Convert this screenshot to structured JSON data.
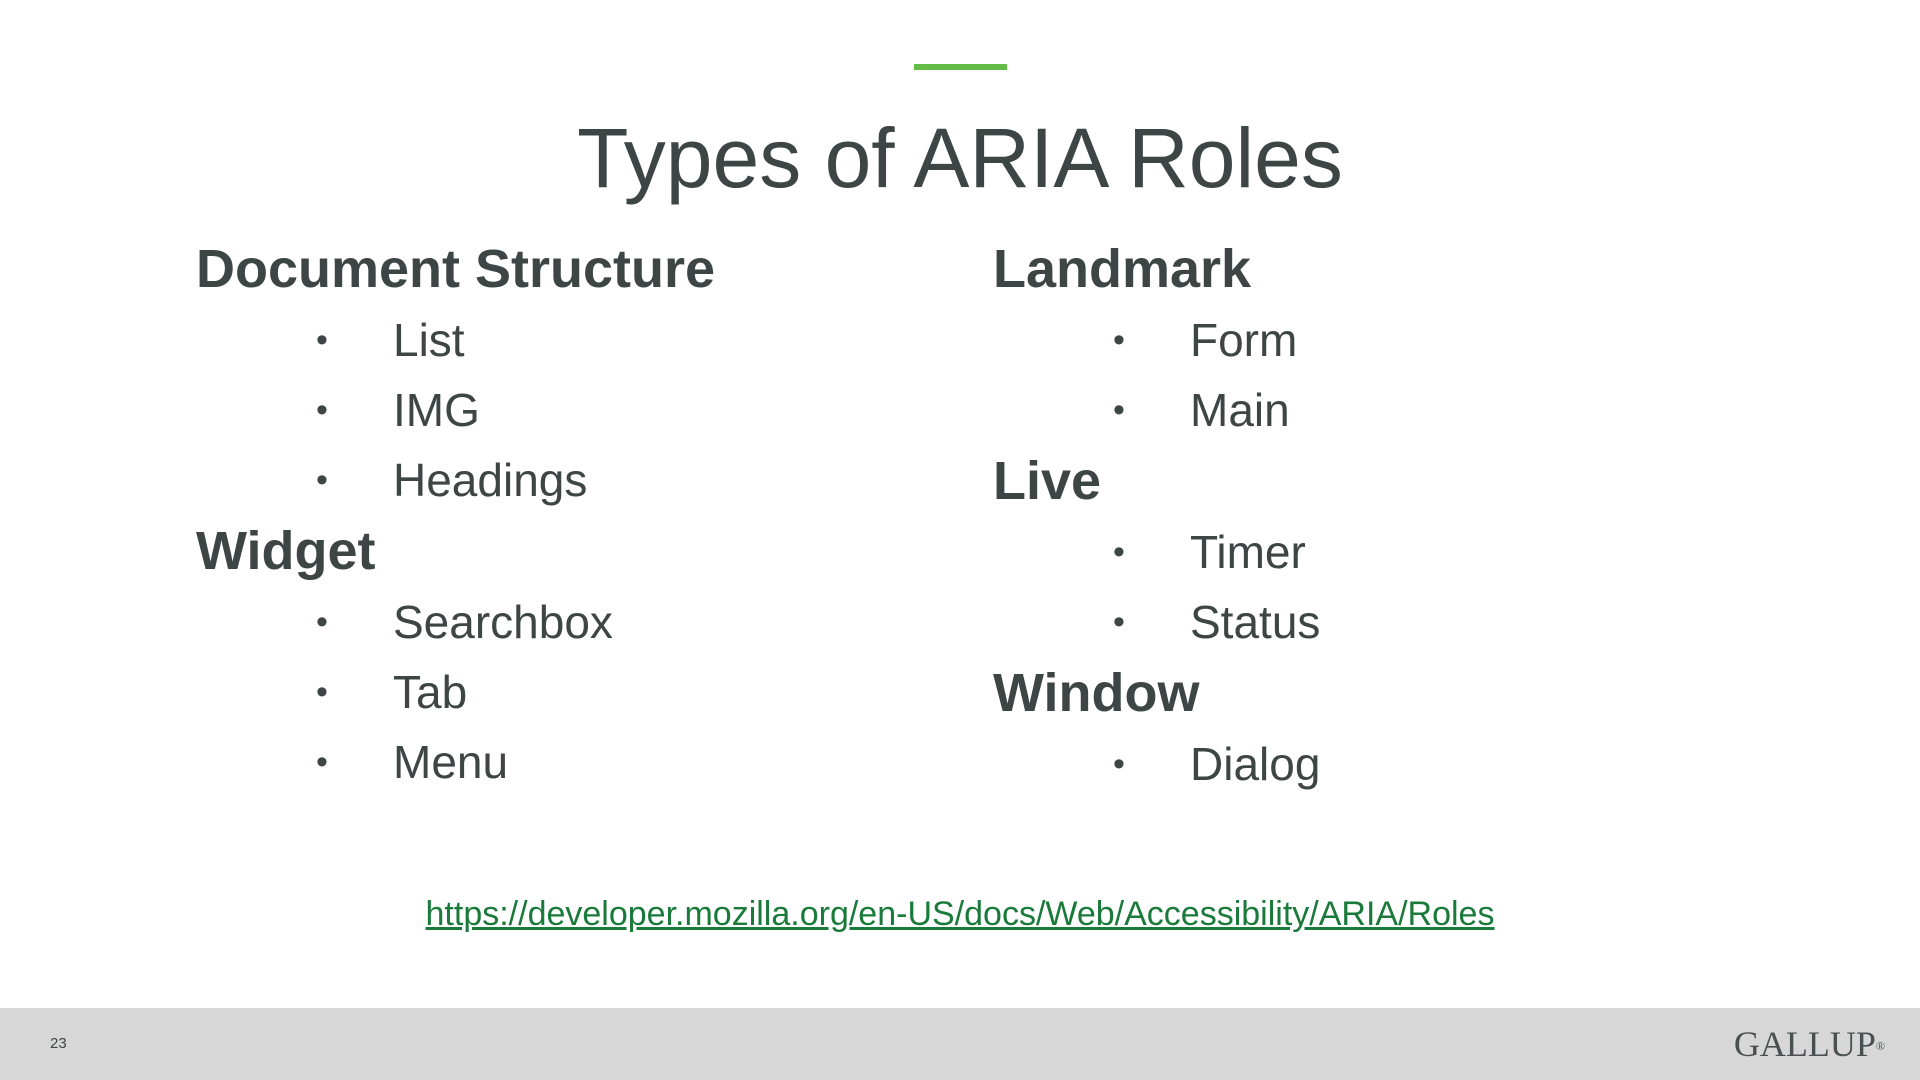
{
  "slide": {
    "title": "Types of ARIA Roles",
    "accent_color": "#62bc46",
    "text_color": "#3e4545",
    "link_color": "#1a7a3a",
    "bullet_char": "•"
  },
  "left_column": {
    "sections": [
      {
        "heading": "Document Structure",
        "items": [
          "List",
          "IMG",
          "Headings"
        ]
      },
      {
        "heading": "Widget",
        "items": [
          "Searchbox",
          "Tab",
          "Menu"
        ]
      }
    ]
  },
  "right_column": {
    "sections": [
      {
        "heading": "Landmark",
        "items": [
          "Form",
          "Main"
        ]
      },
      {
        "heading": "Live",
        "items": [
          "Timer",
          "Status"
        ]
      },
      {
        "heading": "Window",
        "items": [
          "Dialog"
        ]
      }
    ]
  },
  "source": {
    "link_text": "https://developer.mozilla.org/en-US/docs/Web/Accessibility/ARIA/Roles"
  },
  "footer": {
    "page_number": "23",
    "logo_text": "GALLUP",
    "logo_mark": "®"
  }
}
